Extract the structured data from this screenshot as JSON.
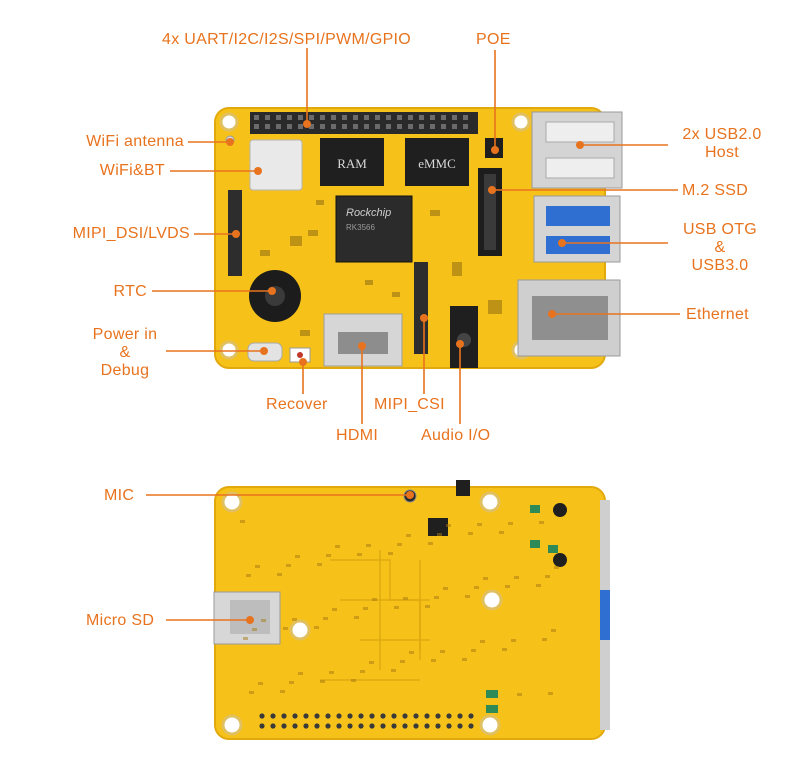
{
  "labels": {
    "gpio": "4x UART/I2C/I2S/SPI/PWM/GPIO",
    "poe": "POE",
    "wifi_antenna": "WiFi antenna",
    "wifi_bt": "WiFi&BT",
    "mipi_dsi": "MIPI_DSI/LVDS",
    "rtc": "RTC",
    "power_in": [
      "Power in",
      "&",
      "Debug"
    ],
    "recover": "Recover",
    "mipi_csi": "MIPI_CSI",
    "hdmi": "HDMI",
    "audio": "Audio I/O",
    "usb2": [
      "2x USB2.0",
      "Host"
    ],
    "m2": "M.2 SSD",
    "usbotg": [
      "USB OTG",
      "&",
      "USB3.0"
    ],
    "ethernet": "Ethernet",
    "mic": "MIC",
    "microsd": "Micro SD"
  },
  "chips": {
    "ram": "RAM",
    "emmc": "eMMC",
    "soc_brand": "Rockchip",
    "soc_model": "RK3566"
  },
  "colors": {
    "label": "#e8731e",
    "board": "#f6c21a",
    "board_dark": "#e2a90c",
    "chip": "#1f1f1f",
    "metal": "#d2d2d2"
  }
}
